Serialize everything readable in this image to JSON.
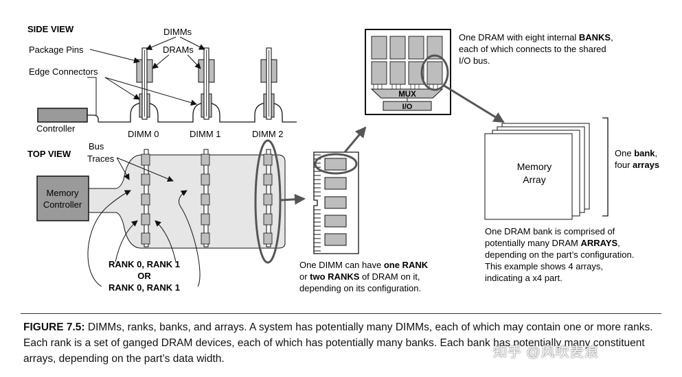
{
  "side_view": {
    "heading": "SIDE VIEW",
    "label_dimms": "DIMMs",
    "label_drams": "DRAMs",
    "label_package_pins": "Package Pins",
    "label_edge_connectors": "Edge Connectors",
    "label_controller": "Controller",
    "dimm_labels": [
      "DIMM 0",
      "DIMM 1",
      "DIMM 2"
    ]
  },
  "top_view": {
    "heading": "TOP VIEW",
    "label_bus": "Bus",
    "label_traces": "Traces",
    "memory_controller_line1": "Memory",
    "memory_controller_line2": "Controller",
    "rank_line1": "RANK 0, RANK 1",
    "rank_line2": "OR",
    "rank_line3": "RANK 0, RANK 1"
  },
  "dimm_detail": {
    "line1_pre": "One DIMM can have ",
    "line1_bold": "one RANK",
    "line2_pre": "or ",
    "line2_bold": "two RANKS",
    "line2_post": " of DRAM on it,",
    "line3": "depending on its configuration."
  },
  "dram_detail": {
    "mux_label": "MUX",
    "io_label": "I/O",
    "line1_pre": "One DRAM with eight internal ",
    "line1_bold": "BANKS",
    "line1_post": ",",
    "line2": "each of which connects to the shared",
    "line3": "I/O bus."
  },
  "bank_detail": {
    "array_line1": "Memory",
    "array_line2": "Array",
    "side_line1_pre": "One ",
    "side_line1_bold": "bank",
    "side_line1_post": ",",
    "side_line2_pre": "four ",
    "side_line2_bold": "arrays",
    "line1": "One DRAM bank is comprised of",
    "line2_pre": "potentially many DRAM ",
    "line2_bold": "ARRAYS",
    "line2_post": ",",
    "line3": "depending on the part’s configuration.",
    "line4": "This example shows 4 arrays,",
    "line5": "indicating a x4 part."
  },
  "caption": {
    "figure_number": "FIGURE 7.5:",
    "text": " DIMMs, ranks, banks, and arrays. A system has potentially many DIMMs, each of which may contain one or more ranks. Each rank is a set of ganged DRAM devices, each of which has potentially many banks. Each bank has potentially many constituent arrays, depending on the part’s data width."
  },
  "watermark": "知乎 @风吹麦浪",
  "colors": {
    "ink": "#111111",
    "controller_fill": "#9a9a9a",
    "chip_fill": "#bdbdbd",
    "trace_fill": "#e6e6e6",
    "highlight": "#555555"
  }
}
